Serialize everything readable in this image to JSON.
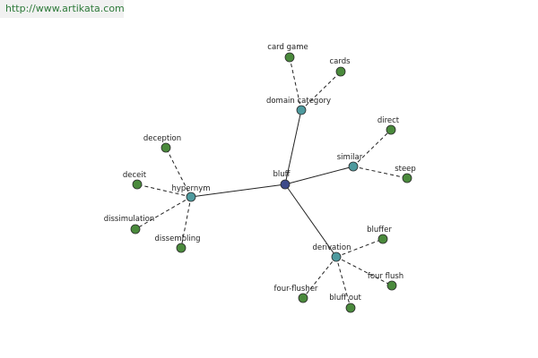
{
  "url": "http://www.artikata.com",
  "colors": {
    "center": "#3d4a8a",
    "hub": "#4e9a9e",
    "leaf": "#4a8a3c",
    "outline": "#2a2a2a",
    "url_text": "#2e7a3a",
    "url_bg": "#f1f1f1",
    "edge": "#222222"
  },
  "nodes": [
    {
      "id": "bluff",
      "label": "bluff",
      "kind": "center"
    },
    {
      "id": "domain-category",
      "label": "domain category",
      "kind": "hub"
    },
    {
      "id": "similar",
      "label": "similar",
      "kind": "hub"
    },
    {
      "id": "hypernym",
      "label": "hypernym",
      "kind": "hub"
    },
    {
      "id": "derivation",
      "label": "derivation",
      "kind": "hub"
    },
    {
      "id": "card-game",
      "label": "card game",
      "kind": "leaf"
    },
    {
      "id": "cards",
      "label": "cards",
      "kind": "leaf"
    },
    {
      "id": "direct",
      "label": "direct",
      "kind": "leaf"
    },
    {
      "id": "steep",
      "label": "steep",
      "kind": "leaf"
    },
    {
      "id": "deception",
      "label": "deception",
      "kind": "leaf"
    },
    {
      "id": "deceit",
      "label": "deceit",
      "kind": "leaf"
    },
    {
      "id": "dissimulation",
      "label": "dissimulation",
      "kind": "leaf"
    },
    {
      "id": "dissembling",
      "label": "dissembling",
      "kind": "leaf"
    },
    {
      "id": "bluffer",
      "label": "bluffer",
      "kind": "leaf"
    },
    {
      "id": "four-flush",
      "label": "four flush",
      "kind": "leaf"
    },
    {
      "id": "bluff-out",
      "label": "bluff out",
      "kind": "leaf"
    },
    {
      "id": "four-flusher",
      "label": "four-flusher",
      "kind": "leaf"
    }
  ],
  "edges": [
    {
      "from": "bluff",
      "to": "domain-category",
      "style": "solid"
    },
    {
      "from": "bluff",
      "to": "similar",
      "style": "solid"
    },
    {
      "from": "bluff",
      "to": "hypernym",
      "style": "solid"
    },
    {
      "from": "bluff",
      "to": "derivation",
      "style": "solid"
    },
    {
      "from": "domain-category",
      "to": "card-game",
      "style": "dashed"
    },
    {
      "from": "domain-category",
      "to": "cards",
      "style": "dashed"
    },
    {
      "from": "similar",
      "to": "direct",
      "style": "dashed"
    },
    {
      "from": "similar",
      "to": "steep",
      "style": "dashed"
    },
    {
      "from": "hypernym",
      "to": "deception",
      "style": "dashed"
    },
    {
      "from": "hypernym",
      "to": "deceit",
      "style": "dashed"
    },
    {
      "from": "hypernym",
      "to": "dissimulation",
      "style": "dashed"
    },
    {
      "from": "hypernym",
      "to": "dissembling",
      "style": "dashed"
    },
    {
      "from": "derivation",
      "to": "bluffer",
      "style": "dashed"
    },
    {
      "from": "derivation",
      "to": "four-flush",
      "style": "dashed"
    },
    {
      "from": "derivation",
      "to": "bluff-out",
      "style": "dashed"
    },
    {
      "from": "derivation",
      "to": "four-flusher",
      "style": "dashed"
    }
  ]
}
